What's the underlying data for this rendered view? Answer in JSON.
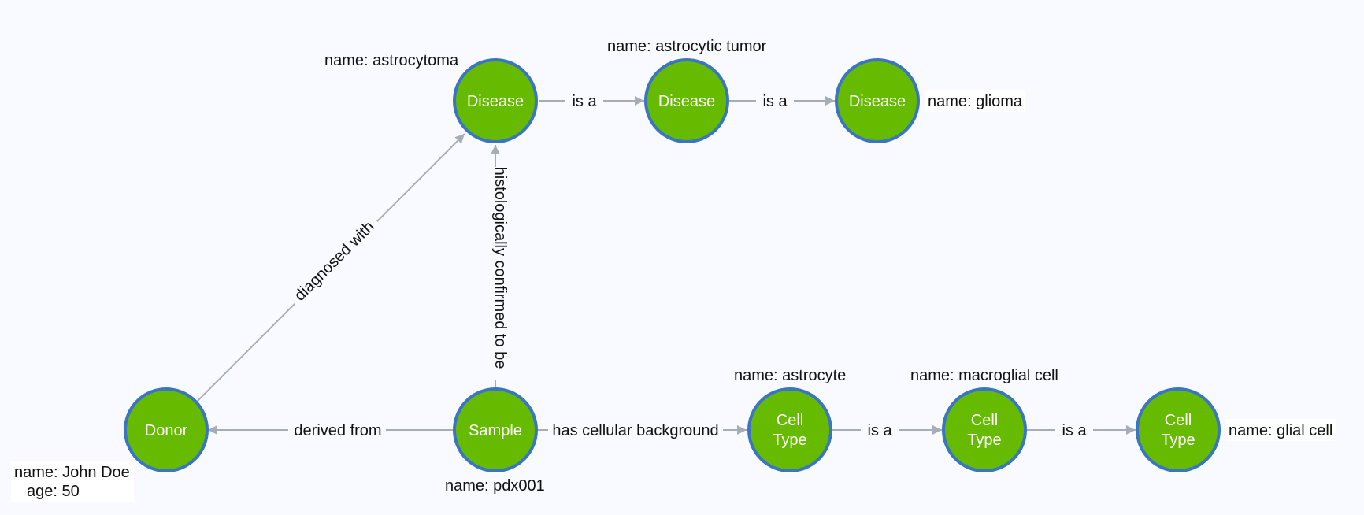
{
  "nodes": {
    "disease_astrocytoma": {
      "label": [
        "Disease"
      ],
      "props": [
        "name: astrocytoma"
      ]
    },
    "disease_astrocytic_tumor": {
      "label": [
        "Disease"
      ],
      "props": [
        "name: astrocytic tumor"
      ]
    },
    "disease_glioma": {
      "label": [
        "Disease"
      ],
      "props": [
        "name: glioma"
      ]
    },
    "donor": {
      "label": [
        "Donor"
      ],
      "props": [
        "name: John Doe",
        "age: 50"
      ]
    },
    "sample": {
      "label": [
        "Sample"
      ],
      "props": [
        "name: pdx001"
      ]
    },
    "celltype_astrocyte": {
      "label": [
        "Cell",
        "Type"
      ],
      "props": [
        "name: astrocyte"
      ]
    },
    "celltype_macroglial": {
      "label": [
        "Cell",
        "Type"
      ],
      "props": [
        "name: macroglial cell"
      ]
    },
    "celltype_glial": {
      "label": [
        "Cell",
        "Type"
      ],
      "props": [
        "name: glial cell"
      ]
    }
  },
  "edges": {
    "astrocytoma_is_a": "is a",
    "astrocytic_is_a": "is a",
    "donor_diagnosed_with": "diagnosed with",
    "sample_histologically_confirmed": "histologically confirmed to be",
    "sample_derived_from": "derived from",
    "sample_has_cellular_background": "has cellular background",
    "astrocyte_is_a": "is a",
    "macroglial_is_a": "is a"
  },
  "colors": {
    "node_fill": "#66bb00",
    "node_stroke": "#3a75c4",
    "edge": "#a7adb6",
    "background": "#f8faff"
  }
}
